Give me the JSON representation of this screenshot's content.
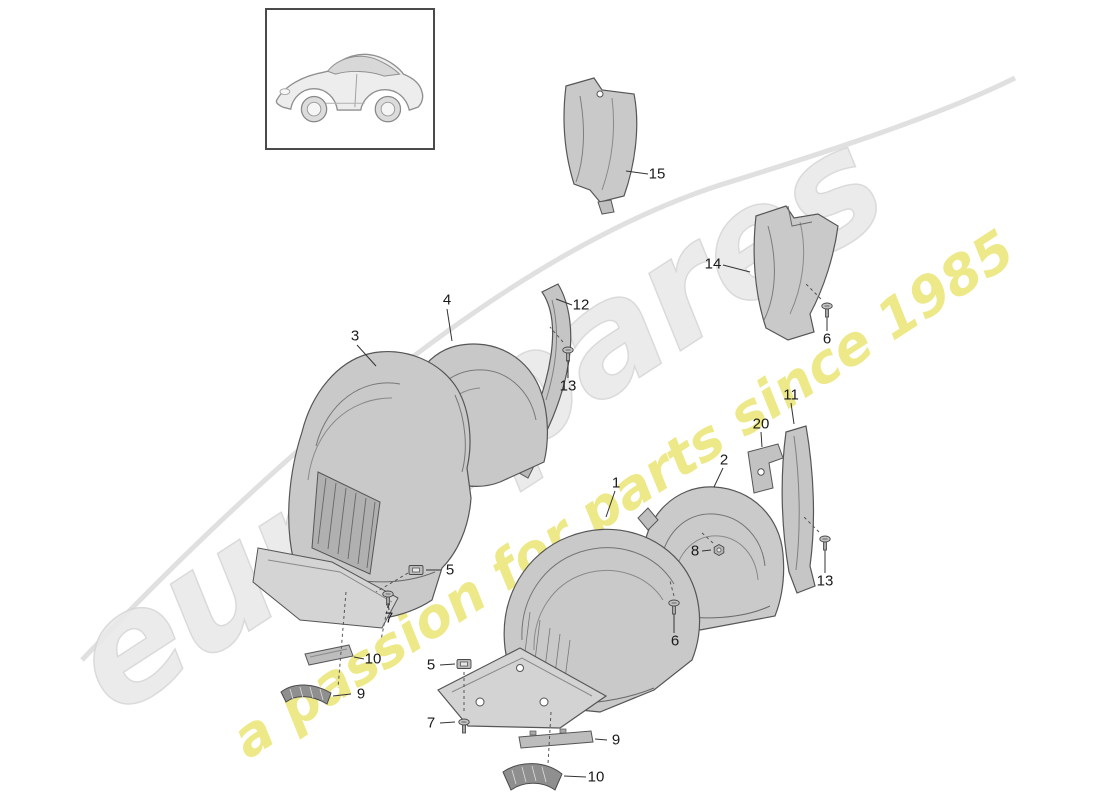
{
  "watermark": {
    "brand": "eurospares",
    "tagline": "a passion for parts since 1985",
    "brand_color": "#e9e9e9",
    "tagline_color": "#ebe574"
  },
  "diagram": {
    "callouts": [
      {
        "id": "15"
      },
      {
        "id": "14"
      },
      {
        "id": "6"
      },
      {
        "id": "12"
      },
      {
        "id": "13"
      },
      {
        "id": "4"
      },
      {
        "id": "3"
      },
      {
        "id": "11"
      },
      {
        "id": "20"
      },
      {
        "id": "2"
      },
      {
        "id": "1"
      },
      {
        "id": "8"
      },
      {
        "id": "13"
      },
      {
        "id": "6"
      },
      {
        "id": "5"
      },
      {
        "id": "7"
      },
      {
        "id": "10"
      },
      {
        "id": "9"
      },
      {
        "id": "5"
      },
      {
        "id": "7"
      },
      {
        "id": "9"
      },
      {
        "id": "10"
      }
    ]
  }
}
